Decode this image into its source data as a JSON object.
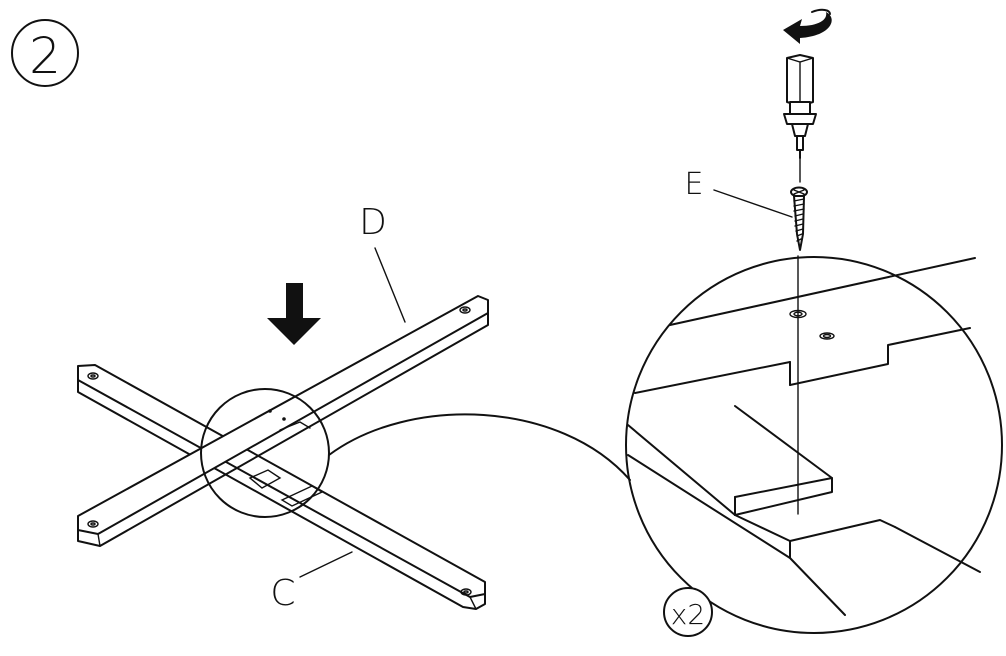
{
  "step": {
    "number": "2"
  },
  "parts": {
    "leg_c": "C",
    "leg_d": "D",
    "screw": "E"
  },
  "quantity": "x2",
  "icons": {
    "step_badge": "circled-number",
    "push_down": "down-arrow-icon",
    "rotate": "rotation-arrow-icon",
    "tool": "screwdriver-icon",
    "fastener": "screw-icon",
    "zoom": "magnifier-callout"
  }
}
